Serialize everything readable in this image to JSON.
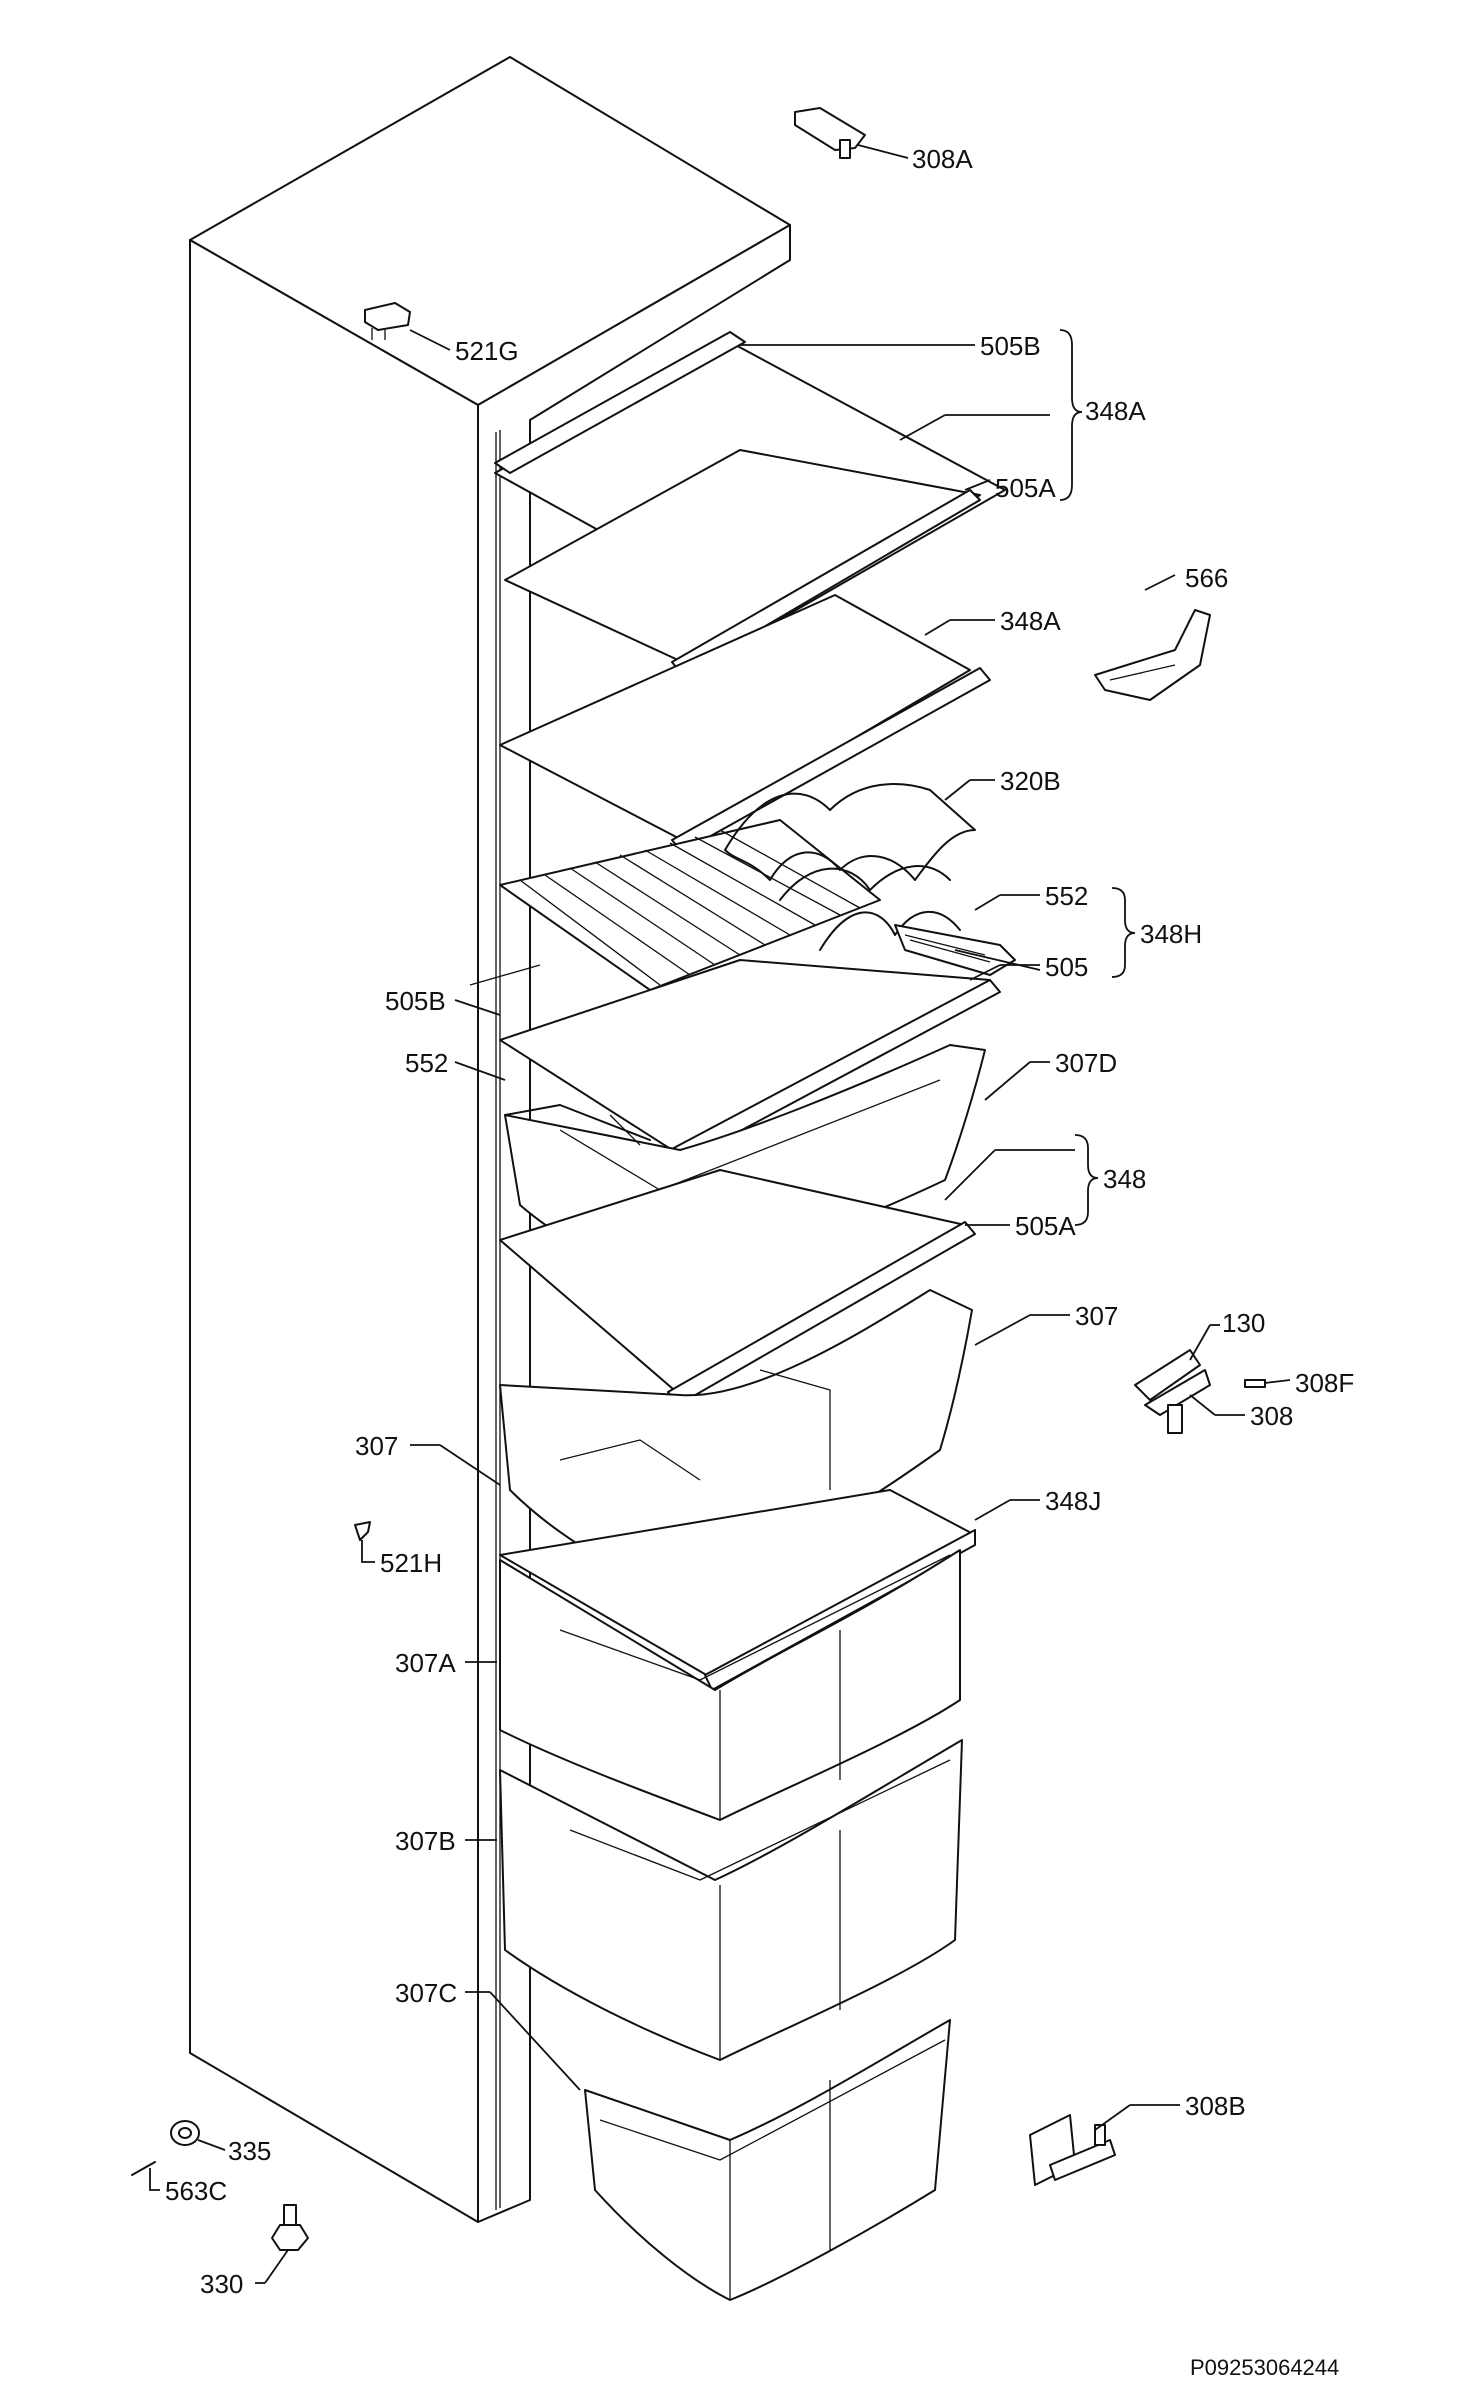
{
  "labels": {
    "l308A": "308A",
    "l521G": "521G",
    "l505B_top": "505B",
    "l348A_top": "348A",
    "l505A_top": "505A",
    "l566": "566",
    "l348A_2": "348A",
    "l320B": "320B",
    "l552_right": "552",
    "l348H": "348H",
    "l505": "505",
    "l505B_left": "505B",
    "l552_left": "552",
    "l307D": "307D",
    "l348": "348",
    "l505A_mid": "505A",
    "l307_right": "307",
    "l130": "130",
    "l308F": "308F",
    "l308": "308",
    "l307_left": "307",
    "l348J": "348J",
    "l521H": "521H",
    "l307A": "307A",
    "l307B": "307B",
    "l307C": "307C",
    "l308B": "308B",
    "l335": "335",
    "l563C": "563C",
    "l330": "330"
  },
  "code": "P09253064244"
}
